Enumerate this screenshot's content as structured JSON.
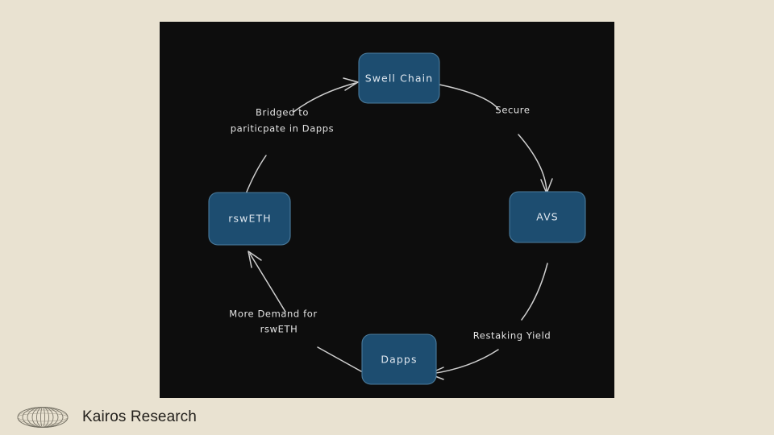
{
  "slide": {
    "background_color": "#e9e2d1",
    "panel_background_color": "#0d0d0d"
  },
  "diagram": {
    "type": "cycle-flow-diagram",
    "node_fill_color": "#1d4d70",
    "node_border_color": "#4b7b9c",
    "edge_color": "#cfcfcf",
    "node_text_color": "#dfe7ef",
    "nodes": [
      {
        "id": "swell-chain",
        "label": "Swell Chain",
        "position": "top"
      },
      {
        "id": "avs",
        "label": "AVS",
        "position": "right"
      },
      {
        "id": "dapps",
        "label": "Dapps",
        "position": "bottom"
      },
      {
        "id": "rsweth",
        "label": "rswETH",
        "position": "left"
      }
    ],
    "edges": [
      {
        "from": "swell-chain",
        "to": "avs",
        "label": "Secure",
        "label_lines": [
          "Secure"
        ]
      },
      {
        "from": "avs",
        "to": "dapps",
        "label": "Restaking Yield",
        "label_lines": [
          "Restaking Yield"
        ]
      },
      {
        "from": "dapps",
        "to": "rsweth",
        "label": "More Demand for rswETH",
        "label_lines": [
          "More Demand for",
          "rswETH"
        ]
      },
      {
        "from": "rsweth",
        "to": "swell-chain",
        "label": "Bridged to pariticpate in Dapps",
        "label_lines": [
          "Bridged to",
          "pariticpate in Dapps"
        ]
      }
    ]
  },
  "footer": {
    "logo_icon": "kairos-ellipses-logo",
    "brand_name": "Kairos Research",
    "text_color": "#23201c"
  }
}
